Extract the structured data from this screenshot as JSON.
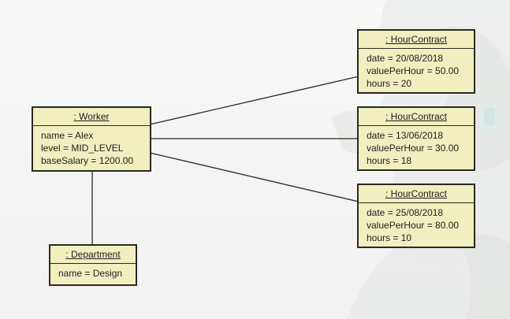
{
  "worker": {
    "title": ": Worker",
    "attributes": [
      "name = Alex",
      "level = MID_LEVEL",
      "baseSalary = 1200.00"
    ]
  },
  "department": {
    "title": ": Department",
    "attributes": [
      "name = Design"
    ]
  },
  "contracts": [
    {
      "title": ": HourContract",
      "attributes": [
        "date = 20/08/2018",
        "valuePerHour = 50.00",
        "hours = 20"
      ]
    },
    {
      "title": ": HourContract",
      "attributes": [
        "date = 13/06/2018",
        "valuePerHour = 30.00",
        "hours = 18"
      ]
    },
    {
      "title": ": HourContract",
      "attributes": [
        "date = 25/08/2018",
        "valuePerHour = 80.00",
        "hours = 10"
      ]
    }
  ],
  "colors": {
    "box_fill": "#f1efc0",
    "box_border": "#2a2a20",
    "link": "#2a2a20"
  }
}
